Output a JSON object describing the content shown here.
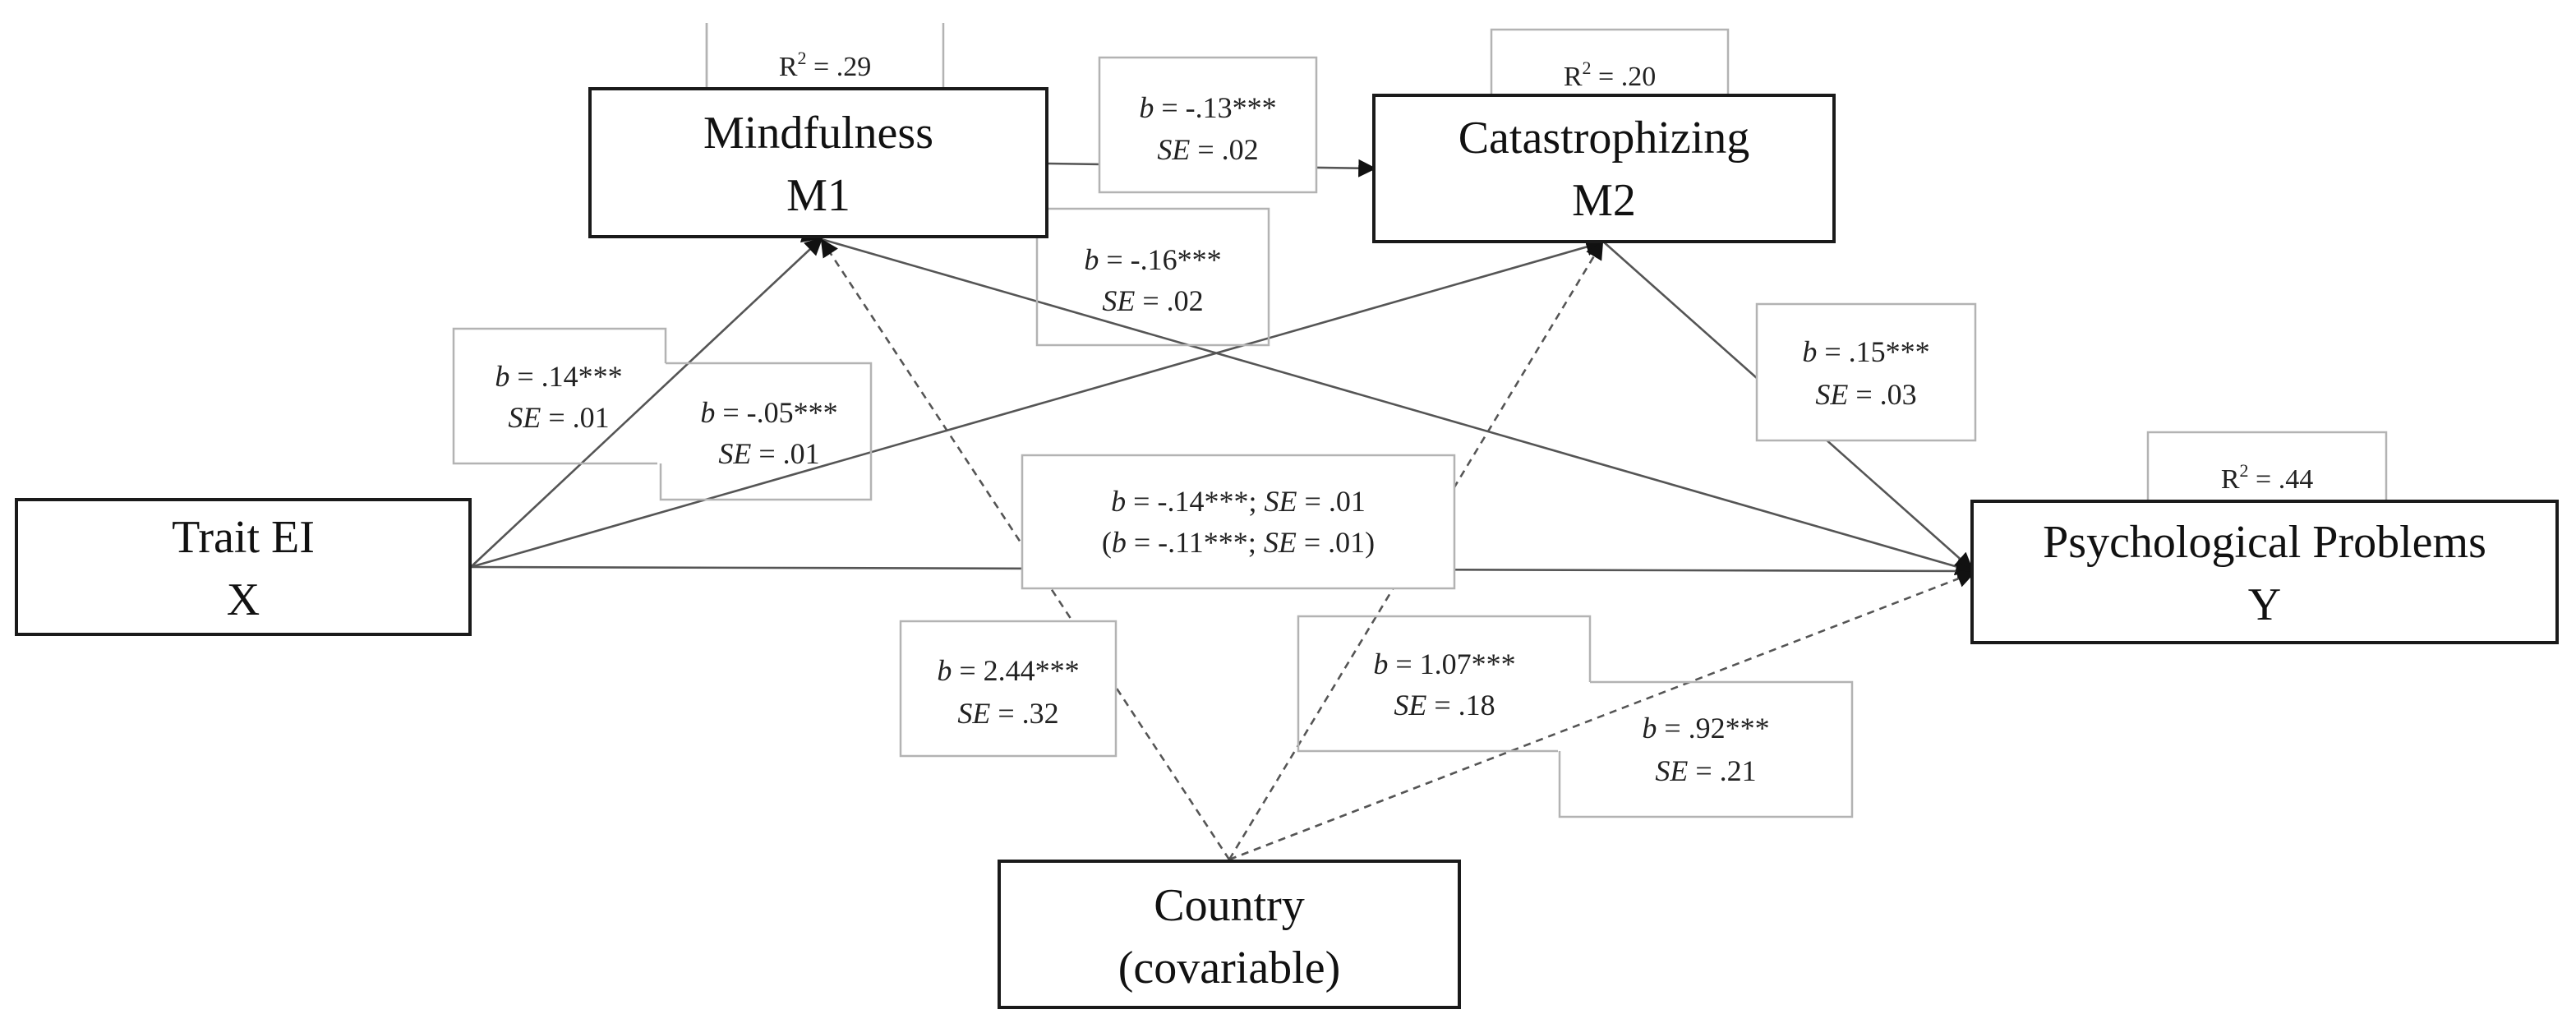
{
  "nodes": {
    "mindfulness": {
      "name": "Mindfulness",
      "code": "M1",
      "r2": ".29"
    },
    "catastrophizing": {
      "name": "Catastrophizing",
      "code": "M2",
      "r2": ".20"
    },
    "trait_ei": {
      "name": "Trait EI",
      "code": "X"
    },
    "psych_problems": {
      "name": "Psychological Problems",
      "code": "Y",
      "r2": ".44"
    },
    "country": {
      "name": "Country",
      "code": "(covariable)"
    }
  },
  "paths": {
    "m1_m2": {
      "b": "-.13***",
      "se": ".02"
    },
    "m1_y": {
      "b": "-.16***",
      "se": ".02"
    },
    "x_m1": {
      "b": ".14***",
      "se": ".01"
    },
    "x_m2": {
      "b": "-.05***",
      "se": ".01"
    },
    "m2_y": {
      "b": ".15***",
      "se": ".03"
    },
    "x_y_total": {
      "b": "-.14***",
      "se": ".01"
    },
    "x_y_direct": {
      "b": "-.11***",
      "se": ".01"
    },
    "country_m1": {
      "b": "2.44***",
      "se": ".32"
    },
    "country_m2": {
      "b": "1.07***",
      "se": ".18"
    },
    "country_y": {
      "b": ".92***",
      "se": ".21"
    }
  },
  "symbols": {
    "b": "b",
    "se": "SE",
    "eq": " = ",
    "r2_prefix": "R",
    "r2_sup": "2",
    "semicolon": "; ",
    "open_paren": "(",
    "close_paren": ")"
  }
}
